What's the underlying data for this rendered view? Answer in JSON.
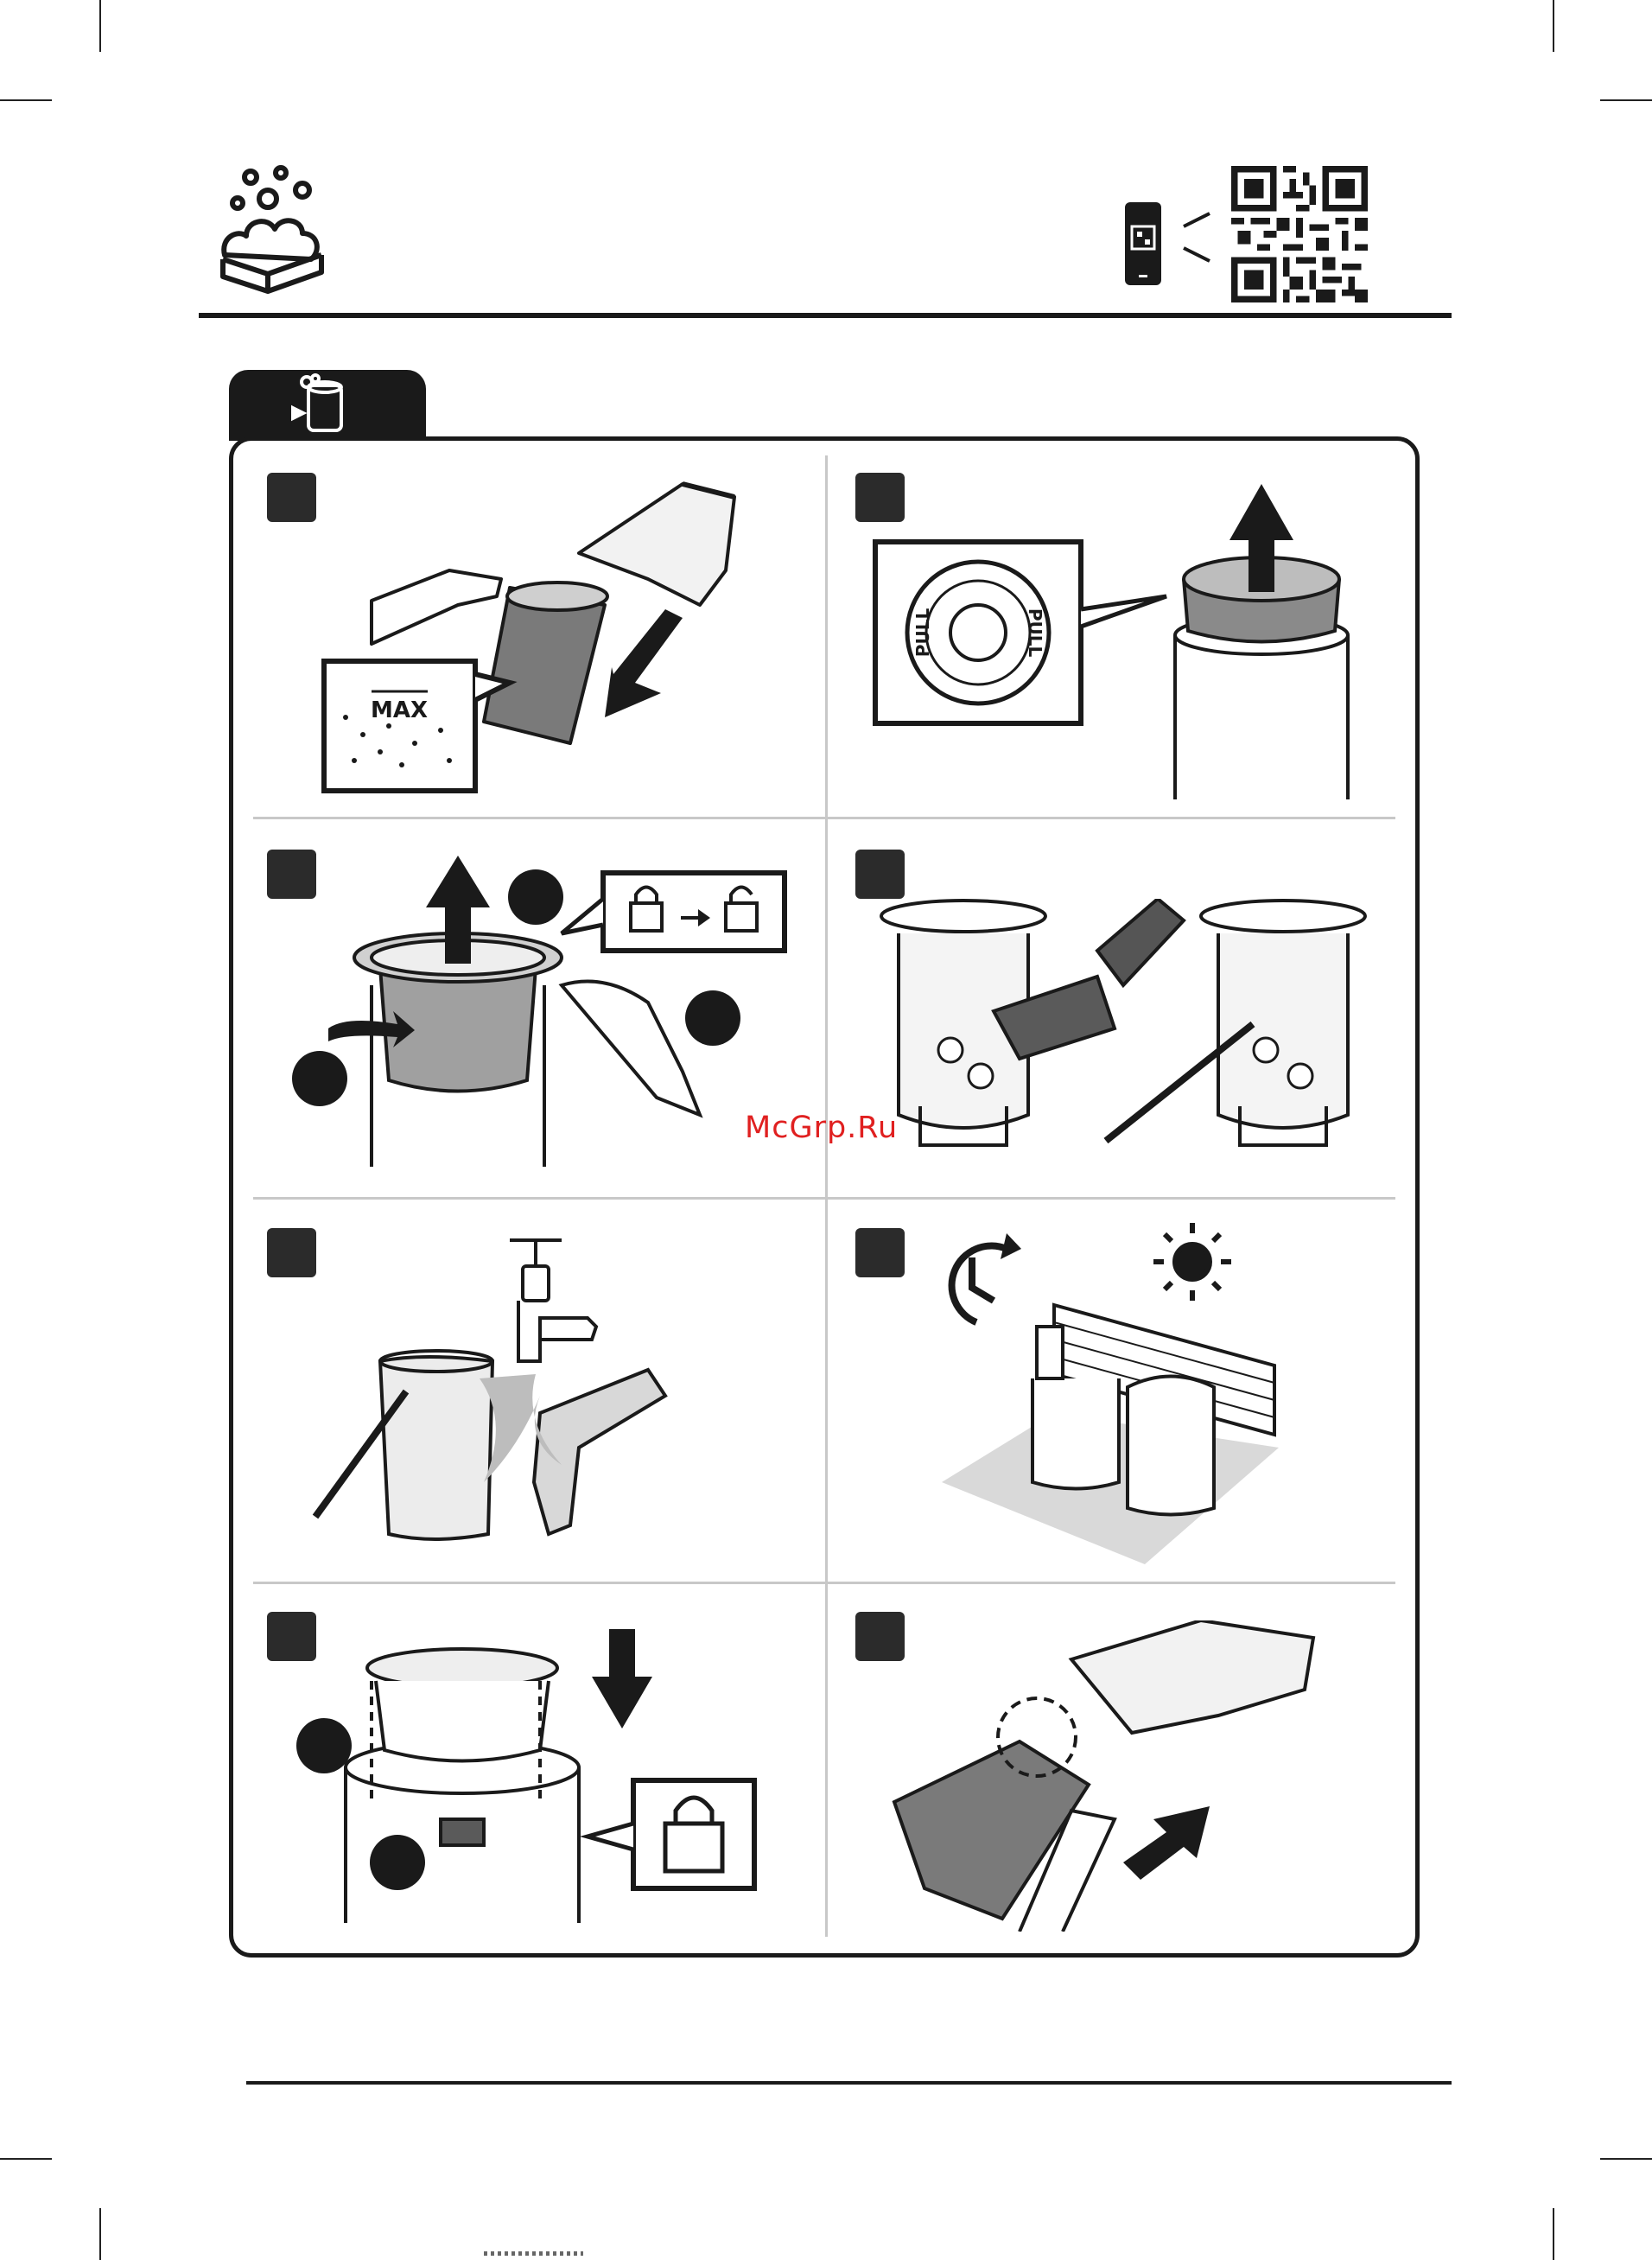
{
  "watermark": "McGrp.Ru",
  "icons": {
    "header_left": "washing-foam-icon",
    "header_phone": "phone-qr-scan-icon",
    "header_qr": "qr-code-icon",
    "section_tab": "dust-bin-clean-icon"
  },
  "panels": {
    "p1": {
      "callout_text": "MAX"
    },
    "p2": {
      "pull_left": "PULL",
      "pull_right": "PULL"
    }
  },
  "colors": {
    "ink": "#1a1a1a",
    "divider": "#c8c8c8",
    "watermark": "#e02020"
  }
}
